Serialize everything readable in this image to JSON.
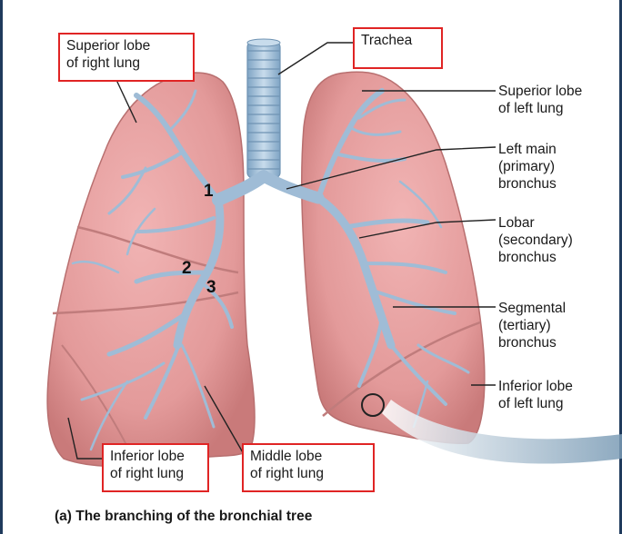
{
  "labels": {
    "superior_right": "Superior lobe\nof right lung",
    "trachea": "Trachea",
    "superior_left": "Superior lobe\nof left lung",
    "left_main": "Left main\n(primary)\nbronchus",
    "lobar": "Lobar\n(secondary)\nbronchus",
    "segmental": "Segmental\n(tertiary)\nbronchus",
    "inferior_left": "Inferior lobe\nof left lung",
    "inferior_right": "Inferior lobe\nof right lung",
    "middle_right": "Middle lobe\nof right lung"
  },
  "markers": [
    "1",
    "2",
    "3"
  ],
  "caption": "(a) The branching of the bronchial tree",
  "colors": {
    "lung_fill": "#e8a0a0",
    "airway": "#a9c4dc",
    "highlight_box": "#e02424",
    "frame": "#1f3a5c"
  }
}
